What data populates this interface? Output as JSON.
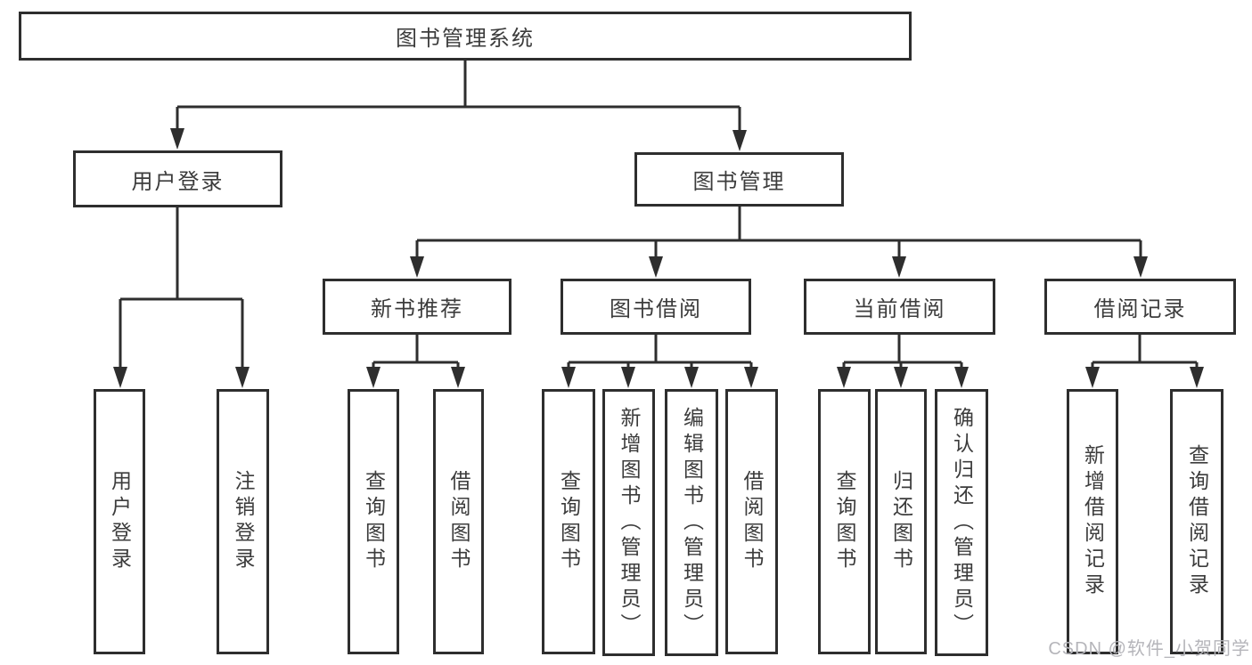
{
  "diagram_title": "图书管理系统",
  "nodes": {
    "root": {
      "label": "图书管理系统"
    },
    "userLogin": {
      "label": "用户登录"
    },
    "bookMgmt": {
      "label": "图书管理"
    },
    "newBookRec": {
      "label": "新书推荐"
    },
    "bookBorrow": {
      "label": "图书借阅"
    },
    "currentBorrow": {
      "label": "当前借阅"
    },
    "borrowRecord": {
      "label": "借阅记录"
    },
    "leafUserLogin": {
      "label": "用户登录"
    },
    "leafLogout": {
      "label": "注销登录"
    },
    "leafQueryBooksRec": {
      "label": "查询图书"
    },
    "leafBorrowBooksRec": {
      "label": "借阅图书"
    },
    "leafQueryBooksBorrow": {
      "label": "查询图书"
    },
    "leafAddBookAdmin": {
      "label": "新增图书（管理员）"
    },
    "leafEditBookAdmin": {
      "label": "编辑图书（管理员）"
    },
    "leafBorrowBooksBorrow": {
      "label": "借阅图书"
    },
    "leafQueryBooksCurrent": {
      "label": "查询图书"
    },
    "leafReturnBook": {
      "label": "归还图书"
    },
    "leafConfirmReturnAdmin": {
      "label": "确认归还（管理员）"
    },
    "leafAddBorrowRecord": {
      "label": "新增借阅记录"
    },
    "leafQueryBorrowRecord": {
      "label": "查询借阅记录"
    }
  },
  "watermark": {
    "text": "CSDN @软件_小贺同学"
  },
  "colors": {
    "line": "#2e2e2e",
    "text": "#3c3c3c",
    "watermark": "#b5b5ba",
    "background": "#ffffff"
  }
}
